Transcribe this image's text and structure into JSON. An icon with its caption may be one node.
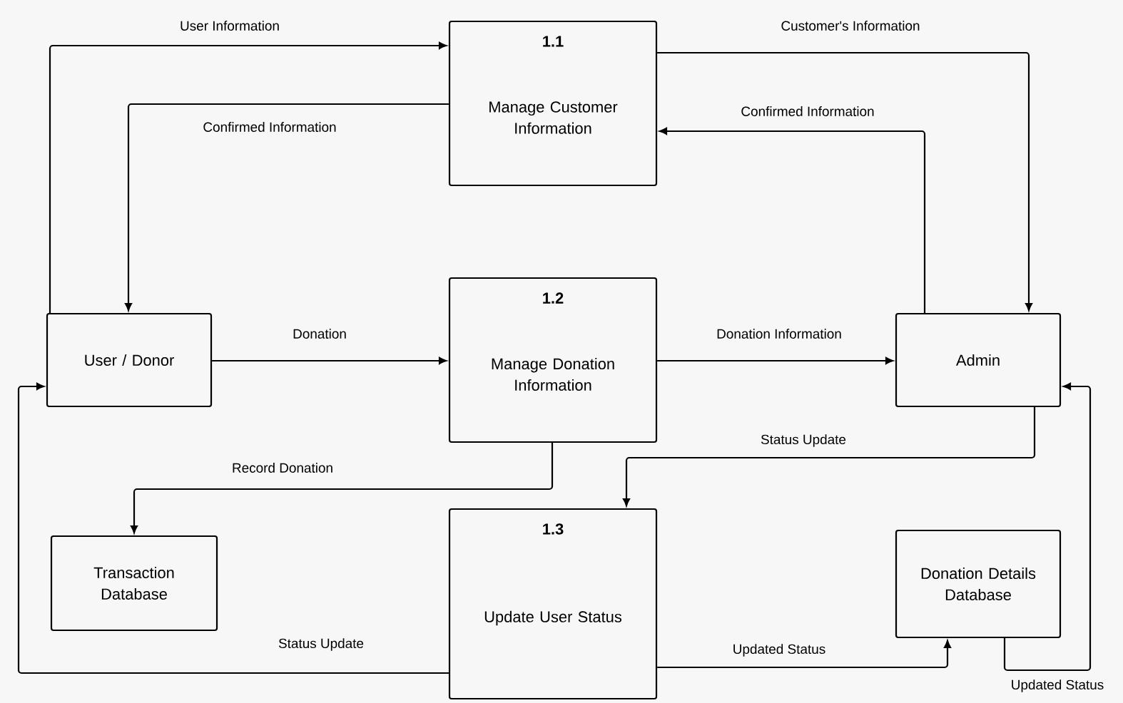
{
  "diagram": {
    "nodes": [
      {
        "text": [
          "User / Donor"
        ]
      },
      {
        "text": [
          "1.1",
          "Manage Customer Information"
        ]
      },
      {
        "text": [
          "1.2",
          "Manage Donation Information"
        ]
      },
      {
        "text": [
          "Admin"
        ]
      },
      {
        "text": [
          "Transaction Database"
        ]
      },
      {
        "text": [
          "1.3",
          "Update User Status"
        ]
      },
      {
        "text": [
          "Donation Details Database"
        ]
      }
    ],
    "edges": [
      {
        "from": 0,
        "to": 1,
        "arrow": "to",
        "label": "User Information"
      },
      {
        "from": 1,
        "to": 0,
        "arrow": "to",
        "label": "Confirmed Information"
      },
      {
        "from": 1,
        "to": 3,
        "arrow": "to",
        "label": "Customer's Information"
      },
      {
        "from": 3,
        "to": 1,
        "arrow": "to",
        "label": "Confirmed Information"
      },
      {
        "from": 0,
        "to": 2,
        "arrow": "to",
        "label": "Donation"
      },
      {
        "from": 2,
        "to": 3,
        "arrow": "to",
        "label": "Donation Information"
      },
      {
        "from": 2,
        "to": 4,
        "arrow": "to",
        "label": "Record Donation"
      },
      {
        "from": 3,
        "to": 5,
        "arrow": "to",
        "label": "Status Update"
      },
      {
        "from": 5,
        "to": 0,
        "arrow": "to",
        "label": "Status Update"
      },
      {
        "from": 5,
        "to": 6,
        "arrow": "to",
        "label": "Updated Status"
      },
      {
        "from": 6,
        "to": 3,
        "arrow": "to",
        "label": "Updated Status"
      }
    ]
  }
}
